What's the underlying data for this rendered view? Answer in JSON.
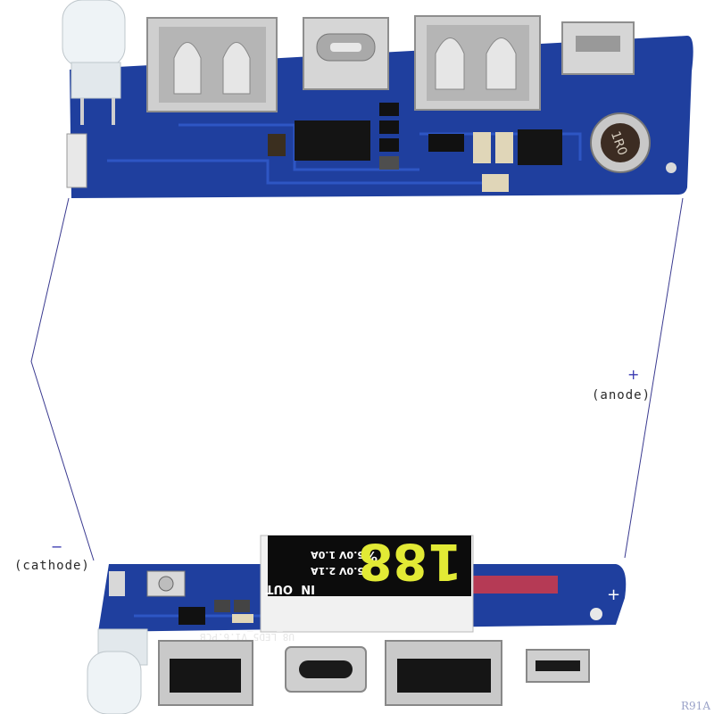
{
  "labels": {
    "plus_sign": "+",
    "anode": "(anode)",
    "minus_sign": "−",
    "cathode": "(cathode)"
  },
  "board_top": {
    "inductor_marking": "1R0"
  },
  "board_bottom": {
    "display_in": "IN",
    "display_out": "OUT",
    "display_line1": "5.0V 1.0A",
    "display_line2": "5.0V 2.1A",
    "display_percent": "%",
    "display_digits": "188",
    "pcb_marking": "U8_LED5_V1.6.PCB"
  },
  "watermark": "R91A",
  "colors": {
    "pcb_blue": "#1f3f9e",
    "pcb_trace": "#2e56c4",
    "metal": "#c9c9c9",
    "display_digit": "#e2ea35",
    "wire": "#3a3a90"
  }
}
